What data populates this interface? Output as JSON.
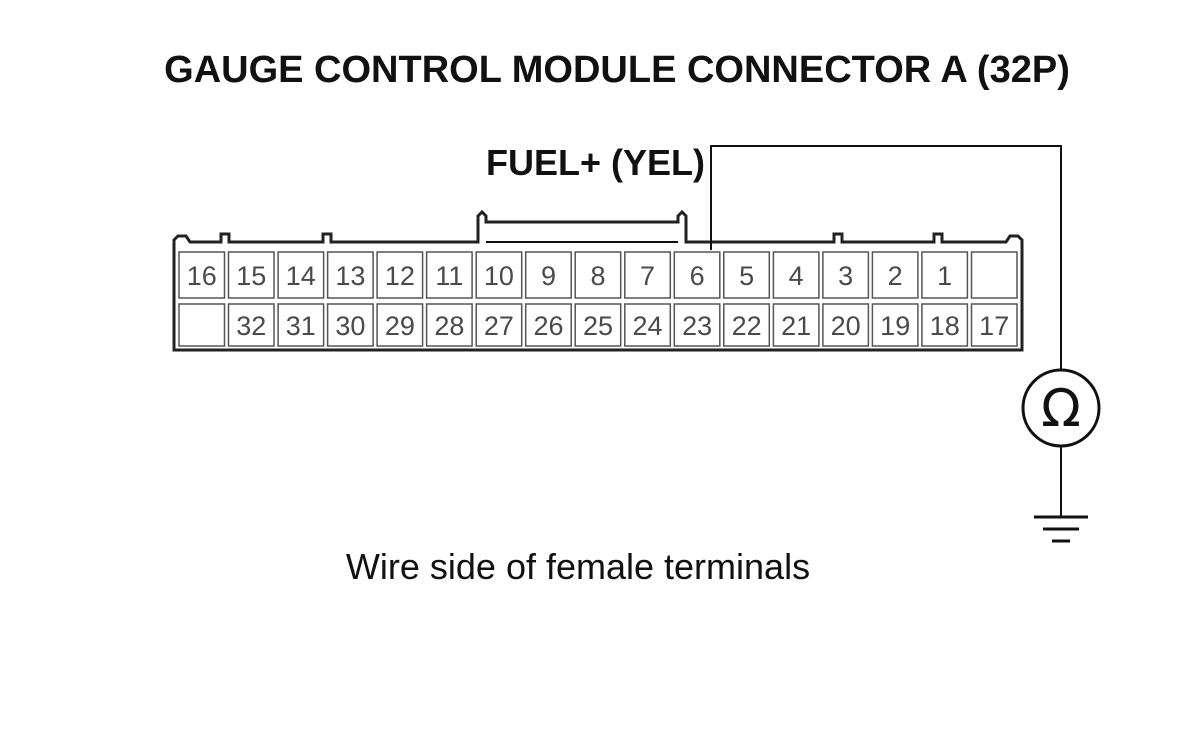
{
  "title": "GAUGE CONTROL MODULE CONNECTOR A (32P)",
  "wire_label": "FUEL+ (YEL)",
  "caption": "Wire side of female terminals",
  "connector": {
    "top_row": [
      "16",
      "15",
      "14",
      "13",
      "12",
      "11",
      "10",
      "9",
      "8",
      "7",
      "6",
      "5",
      "4",
      "3",
      "2",
      "1",
      ""
    ],
    "bottom_row": [
      "",
      "32",
      "31",
      "30",
      "29",
      "28",
      "27",
      "26",
      "25",
      "24",
      "23",
      "22",
      "21",
      "20",
      "19",
      "18",
      "17"
    ],
    "probed_pin": "6"
  },
  "meter": {
    "symbol": "Ω",
    "icon": "ohmmeter-icon"
  },
  "ground": {
    "icon": "ground-icon"
  }
}
